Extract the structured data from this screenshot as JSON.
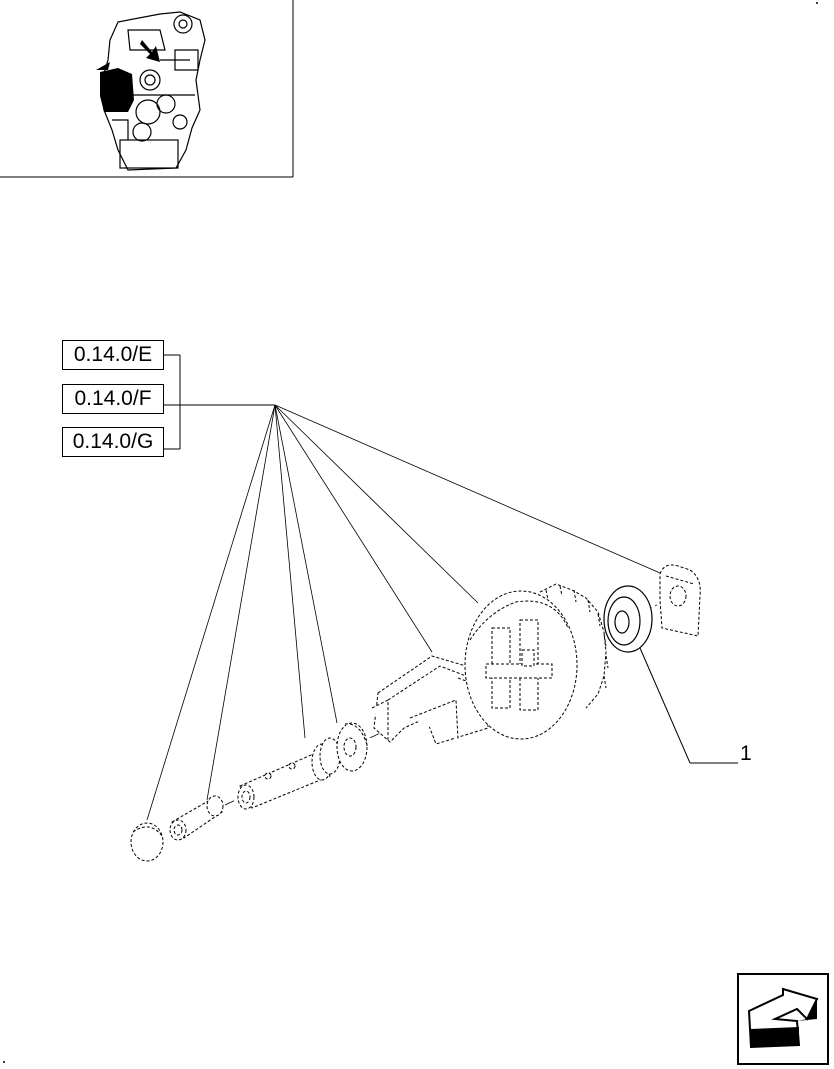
{
  "thumbnail": {
    "icon": "engine-overview-icon"
  },
  "references": [
    {
      "label": "0.14.0/E"
    },
    {
      "label": "0.14.0/F"
    },
    {
      "label": "0.14.0/G"
    }
  ],
  "callouts": [
    {
      "number": "1"
    }
  ],
  "navigation": {
    "icon": "previous-page-arrow-icon"
  }
}
